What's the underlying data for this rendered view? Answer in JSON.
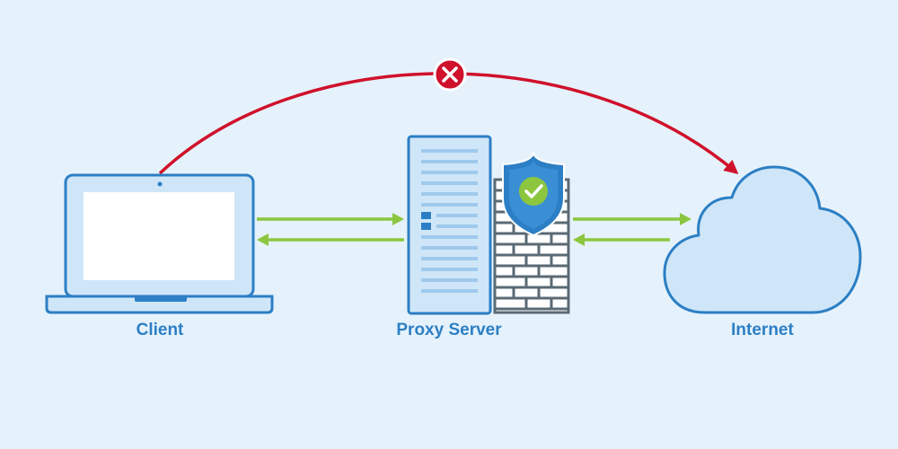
{
  "nodes": {
    "client": {
      "label": "Client"
    },
    "proxy": {
      "label": "Proxy Server"
    },
    "internet": {
      "label": "Internet"
    }
  },
  "colors": {
    "background": "#e5f2fc",
    "outline": "#2c7fc4",
    "fill_light": "#cfe6f8",
    "screen": "#ffffff",
    "arrow_green": "#8cc63f",
    "blocked_red": "#d0112b",
    "shield_check": "#8cc63f"
  },
  "connections": [
    {
      "from": "client",
      "to": "proxy",
      "status": "allowed",
      "bidirectional": true
    },
    {
      "from": "proxy",
      "to": "internet",
      "status": "allowed",
      "bidirectional": true
    },
    {
      "from": "client",
      "to": "internet",
      "status": "blocked",
      "bidirectional": false
    }
  ],
  "icons": {
    "client": "laptop-icon",
    "proxy": "server-tower-icon",
    "firewall": "brick-wall-icon",
    "security": "shield-check-icon",
    "internet": "cloud-icon",
    "blocked": "x-circle-icon"
  }
}
